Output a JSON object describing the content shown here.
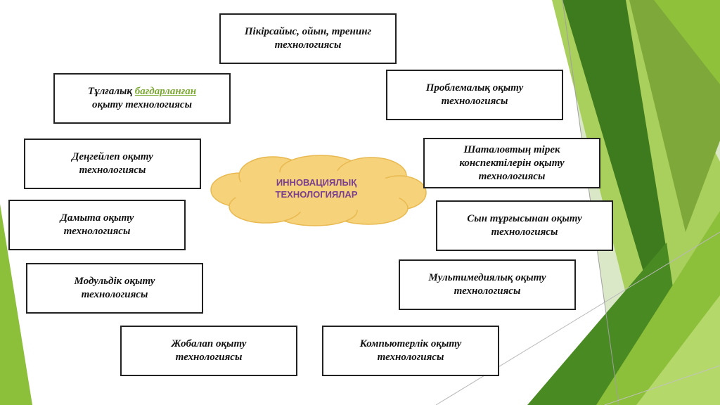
{
  "colors": {
    "accent_green": "#7aa832",
    "dark_green": "#3e7a1e",
    "cloud_fill": "#f6d27a",
    "cloud_text": "#7a3e8f"
  },
  "center": {
    "line1": "ИННОВАЦИЯЛЫҚ",
    "line2": "ТЕХНОЛОГИЯЛАР"
  },
  "boxes": {
    "pikirsaiys": {
      "line1": "Пікірсайыс, ойын, тренинг",
      "line2": "технологиясы"
    },
    "tulgalyk": {
      "line1_prefix": "Тұлғалық ",
      "line1_link": "бағдарланған",
      "line2": "оқыту технологиясы"
    },
    "problemalyk": {
      "line1": "Проблемалық оқыту",
      "line2": "технологиясы"
    },
    "dengeilep": {
      "line1": "Деңгейлеп оқыту",
      "line2": "технологиясы"
    },
    "shatalov": {
      "line1": "Шаталовтың тірек",
      "line2": "конспектілерін оқыту",
      "line3": "технологиясы"
    },
    "damyta": {
      "line1": "Дамыта оқыту",
      "line2": "технологиясы"
    },
    "syn": {
      "line1": "Сын тұрғысынан оқыту",
      "line2": "технологиясы"
    },
    "moduldik": {
      "line1": "Модульдік оқыту",
      "line2": "технологиясы"
    },
    "multimedia": {
      "line1": "Мультимедиялық оқыту",
      "line2": "технологиясы"
    },
    "zhobalap": {
      "line1": "Жобалап оқыту",
      "line2": "технологиясы"
    },
    "kompyuterlik": {
      "line1": "Компьютерлік оқыту",
      "line2": "технологиясы"
    }
  }
}
